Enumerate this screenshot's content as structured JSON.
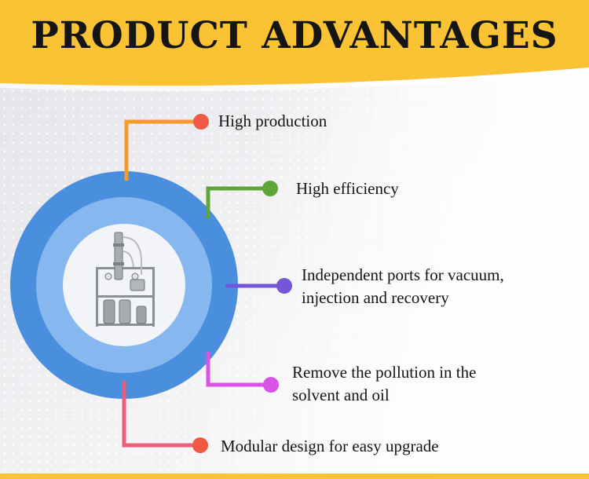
{
  "title": "PRODUCT ADVANTAGES",
  "colors": {
    "banner": "#f9c333",
    "outer_ring": "#4a8ede",
    "middle_ring": "#86b7ef",
    "inner_disc": "#f2f4f7",
    "orange": "#f59a2c",
    "green": "#5ea63a",
    "purple": "#7656d8",
    "magenta": "#d954e6",
    "pink": "#ec5d7a",
    "dot_red": "#ef5a44"
  },
  "advantages": [
    {
      "text": "High production",
      "color_name": "orange"
    },
    {
      "text": "High efficiency",
      "color_name": "green"
    },
    {
      "lines": [
        "Independent ports for vacuum,",
        "injection and recovery"
      ],
      "color_name": "purple"
    },
    {
      "lines": [
        "Remove the pollution in the",
        "solvent and oil"
      ],
      "color_name": "magenta"
    },
    {
      "text": "Modular design for easy upgrade",
      "color_name": "pink"
    }
  ]
}
